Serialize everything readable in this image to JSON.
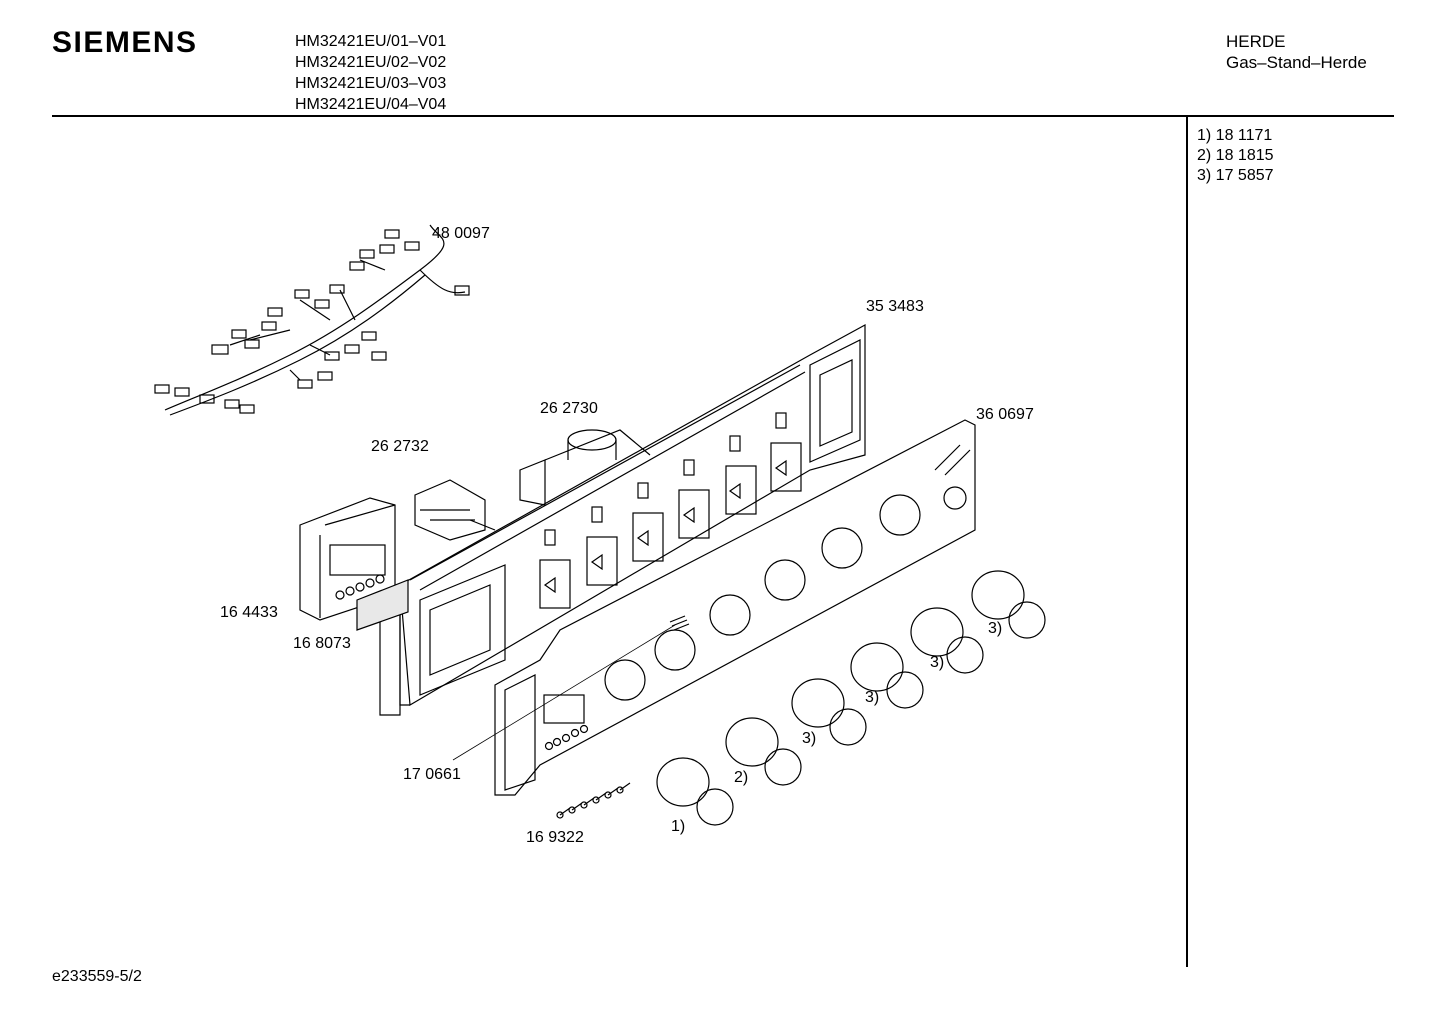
{
  "header": {
    "brand": "SIEMENS",
    "models": [
      "HM32421EU/01–V01",
      "HM32421EU/02–V02",
      "HM32421EU/03–V03",
      "HM32421EU/04–V04"
    ],
    "category_line1": "HERDE",
    "category_line2": "Gas–Stand–Herde"
  },
  "footnotes": [
    "1)  18 1171",
    "2)  18 1815",
    "3)  17 5857"
  ],
  "parts": {
    "wiring_harness": "48 0097",
    "rear_panel": "35 3483",
    "front_panel": "36 0697",
    "timer_module": "26 2730",
    "switch": "26 2732",
    "clock_unit": "16 4433",
    "display_window": "16 8073",
    "spring": "17 0661",
    "buttons": "16 9322"
  },
  "knob_refs": [
    "1)",
    "2)",
    "3)",
    "3)",
    "3)",
    "3)"
  ],
  "footer": {
    "doc_id": "e233559-5/2"
  }
}
